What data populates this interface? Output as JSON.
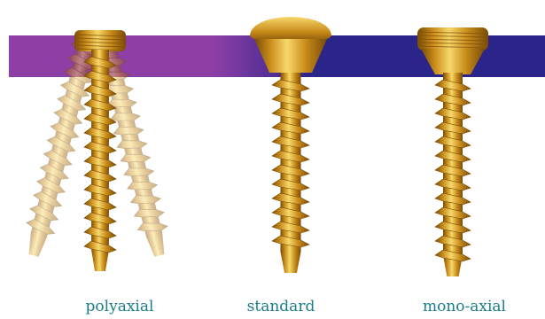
{
  "colors": {
    "background": "#ffffff",
    "plate_left": "#8e3fa6",
    "plate_right": "#2c2589",
    "screw_gold_dark": "#7a4b06",
    "screw_gold_mid": "#c98d1b",
    "screw_gold_light": "#f7d86b",
    "caption_text": "#1a7d8a"
  },
  "screws": [
    {
      "id": "polyaxial",
      "caption": "polyaxial",
      "head": "threaded",
      "shows_angled_positions": true
    },
    {
      "id": "standard",
      "caption": "standard",
      "head": "dome"
    },
    {
      "id": "mono-axial",
      "caption": "mono-axial",
      "head": "threaded"
    }
  ]
}
